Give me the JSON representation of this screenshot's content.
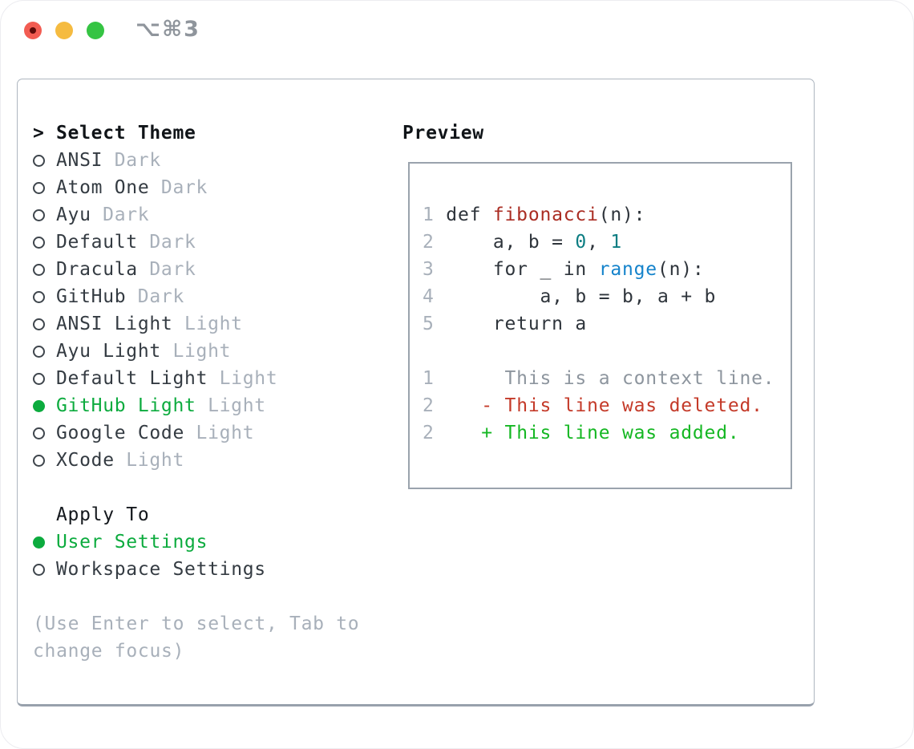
{
  "titlebar": {
    "shortcut": "⌥⌘3"
  },
  "theme_panel": {
    "header": {
      "marker": ">",
      "label": "Select Theme"
    },
    "items": [
      {
        "name": "ANSI",
        "tag": "Dark",
        "selected": false
      },
      {
        "name": "Atom One",
        "tag": "Dark",
        "selected": false
      },
      {
        "name": "Ayu",
        "tag": "Dark",
        "selected": false
      },
      {
        "name": "Default",
        "tag": "Dark",
        "selected": false
      },
      {
        "name": "Dracula",
        "tag": "Dark",
        "selected": false
      },
      {
        "name": "GitHub",
        "tag": "Dark",
        "selected": false
      },
      {
        "name": "ANSI Light",
        "tag": "Light",
        "selected": false
      },
      {
        "name": "Ayu Light",
        "tag": "Light",
        "selected": false
      },
      {
        "name": "Default Light",
        "tag": "Light",
        "selected": false
      },
      {
        "name": "GitHub Light",
        "tag": "Light",
        "selected": true
      },
      {
        "name": "Google Code",
        "tag": "Light",
        "selected": false
      },
      {
        "name": "XCode",
        "tag": "Light",
        "selected": false
      }
    ]
  },
  "apply_to": {
    "label": "Apply To",
    "options": [
      {
        "name": "User Settings",
        "selected": true
      },
      {
        "name": "Workspace Settings",
        "selected": false
      }
    ]
  },
  "help": {
    "line1": "(Use Enter to select, Tab to",
    "line2": "change focus)"
  },
  "preview": {
    "label": "Preview",
    "python": {
      "l1": {
        "num": "1 ",
        "kw": "def ",
        "fn": "fibonacci",
        "rest": "(n):"
      },
      "l2": {
        "num": "2 ",
        "a": "    a, b = ",
        "n1": "0",
        "b": ", ",
        "n2": "1"
      },
      "l3": {
        "num": "3 ",
        "a": "    for _ in ",
        "builtin": "range",
        "rest": "(n):"
      },
      "l4": {
        "num": "4 ",
        "code": "        a, b = b, a + b"
      },
      "l5": {
        "num": "5 ",
        "code": "    return a"
      }
    },
    "diff": {
      "context": {
        "num": "1",
        "text": "      This is a context line."
      },
      "deleted": {
        "num": "2",
        "pad": "    ",
        "text": "- This line was deleted."
      },
      "added": {
        "num": "2",
        "pad": "    ",
        "text": "+ This line was added."
      }
    }
  },
  "colors": {
    "selected_green": "#0cab3e",
    "keyword_dark": "#2e343b",
    "function_red": "#aa2d23",
    "number_teal": "#0c7d82",
    "builtin_blue": "#1583cb",
    "line_number_gray": "#a8b0ba",
    "context_gray": "#8d959e",
    "diff_deleted_red": "#c43a29",
    "diff_added_green": "#15b723"
  }
}
